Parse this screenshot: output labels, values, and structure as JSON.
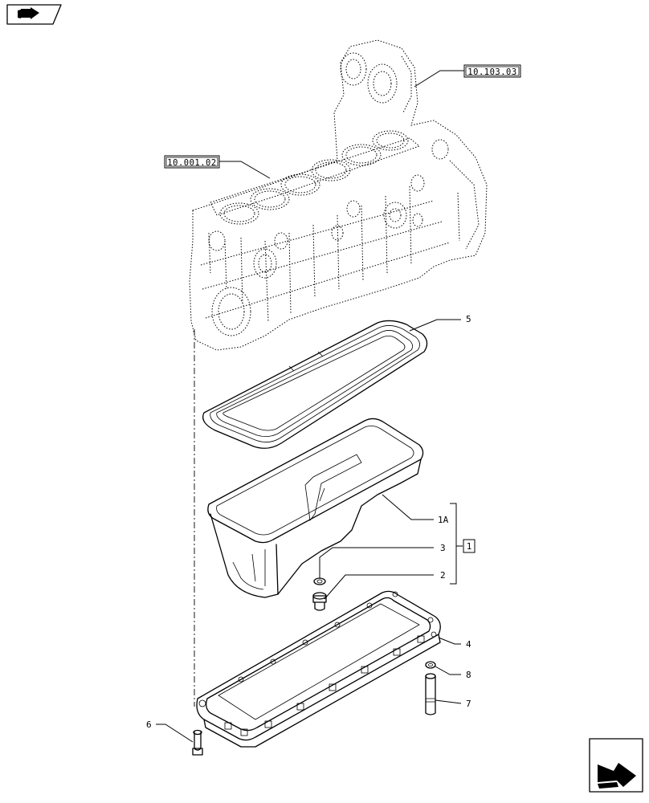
{
  "reference_tags": {
    "timing_cover": "10.103.03",
    "engine_block": "10.001.02"
  },
  "callouts": {
    "gasket": "5",
    "oil_pan": "1A",
    "plug_washer": "3",
    "drain_plug": "2",
    "frame": "4",
    "stud_washer": "8",
    "stud": "7",
    "bolt": "6",
    "kit": "1"
  },
  "icons": {
    "top_left": "book-arrow-icon",
    "bottom_right": "next-page-arrow-icon"
  }
}
